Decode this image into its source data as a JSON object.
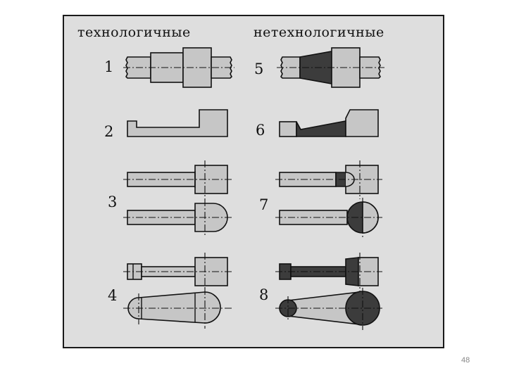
{
  "figure": {
    "headers": {
      "left": "технологичные",
      "right": "нетехнологичные"
    },
    "labels": [
      "1",
      "2",
      "3",
      "4",
      "5",
      "6",
      "7",
      "8"
    ],
    "colors": {
      "background": "#dedede",
      "light_part": "#c6c6c6",
      "dark_part": "#3c3c3c",
      "outline": "#111111"
    }
  },
  "page": {
    "number": "48"
  }
}
